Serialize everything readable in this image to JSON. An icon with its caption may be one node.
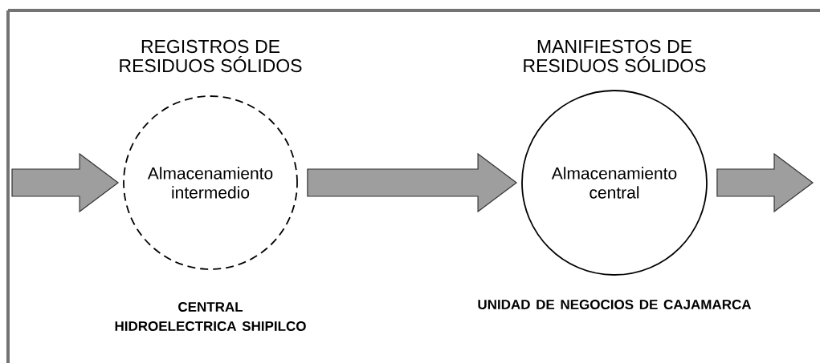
{
  "diagram": {
    "nodes": [
      {
        "text": [
          "Almacenamiento intermedio"
        ],
        "beside": [
          "REGISTROS DE RESIDUOS SÓLIDOS",
          "CENTRAL HIDROELECTRICA SHIPILCO"
        ]
      },
      {
        "text": [
          "Almacenamiento central"
        ],
        "beside": [
          "MANIFIESTOS DE RESIDUOS SÓLIDOS",
          "UNIDAD DE NEGOCIOS DE CAJAMARCA"
        ]
      }
    ],
    "edges": [
      {
        "from": null,
        "to": 0,
        "arrow": "to"
      },
      {
        "from": 0,
        "to": 1,
        "arrow": "to"
      },
      {
        "from": 1,
        "to": null,
        "arrow": "to"
      }
    ]
  }
}
